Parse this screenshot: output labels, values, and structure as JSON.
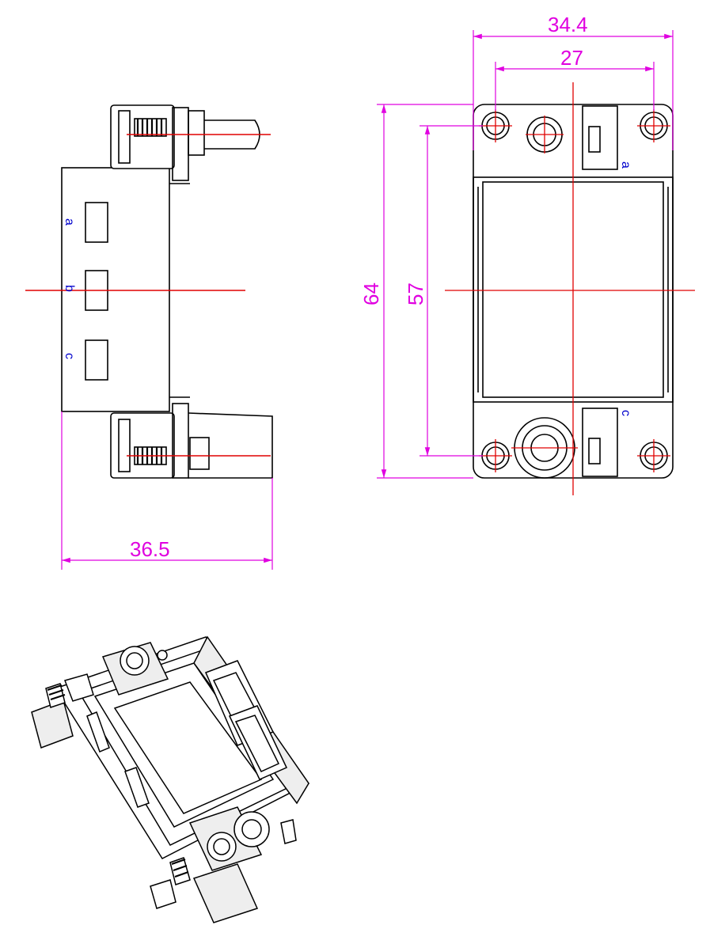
{
  "colors": {
    "outline": "#000000",
    "dimension": "#e000e0",
    "centerline": "#e00000",
    "label": "#0000cc",
    "fill_light": "#ffffff",
    "fill_grey": "#eeeeee"
  },
  "dimensions": {
    "width_overall": "34.4",
    "width_holes": "27",
    "height_overall": "64",
    "height_holes": "57",
    "depth": "36.5"
  },
  "labels": {
    "side_top": "a",
    "side_mid": "b",
    "side_bottom": "c",
    "front_top": "a",
    "front_bottom": "c"
  }
}
